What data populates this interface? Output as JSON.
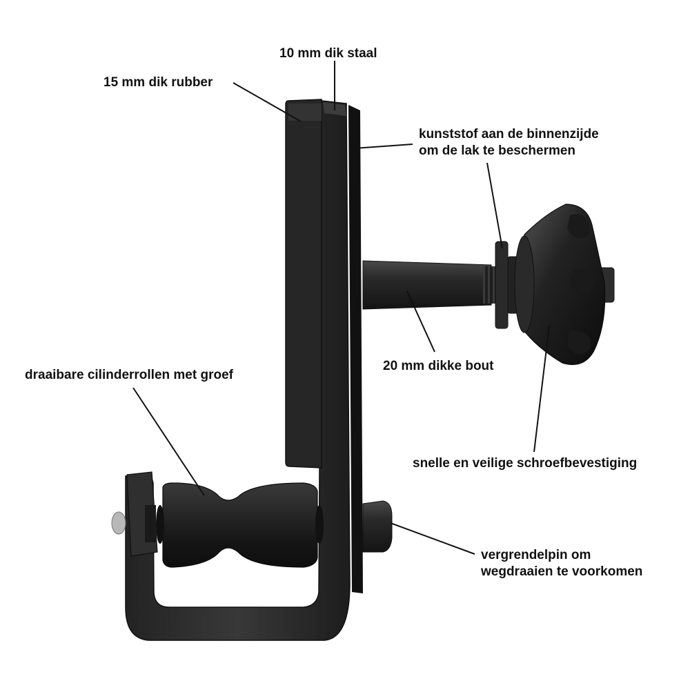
{
  "labels": {
    "steel": "10 mm dik staal",
    "rubber": "15 mm dik rubber",
    "plastic_line1": "kunststof aan de binnenzijde",
    "plastic_line2": "om de lak te beschermen",
    "bolt": "20 mm dikke bout",
    "rollers": "draaibare cilinderrollen met groef",
    "screw": "snelle en veilige schroefbevestiging",
    "pin_line1": "vergrendelpin om",
    "pin_line2": "wegdraaien te voorkomen"
  },
  "colors": {
    "text": "#111111",
    "leader": "#111111",
    "metal_dark": "#1b1b1b",
    "metal_mid": "#2e2e2e",
    "metal_light": "#4a4a4a",
    "steel_silver": "#b8b8b8"
  }
}
